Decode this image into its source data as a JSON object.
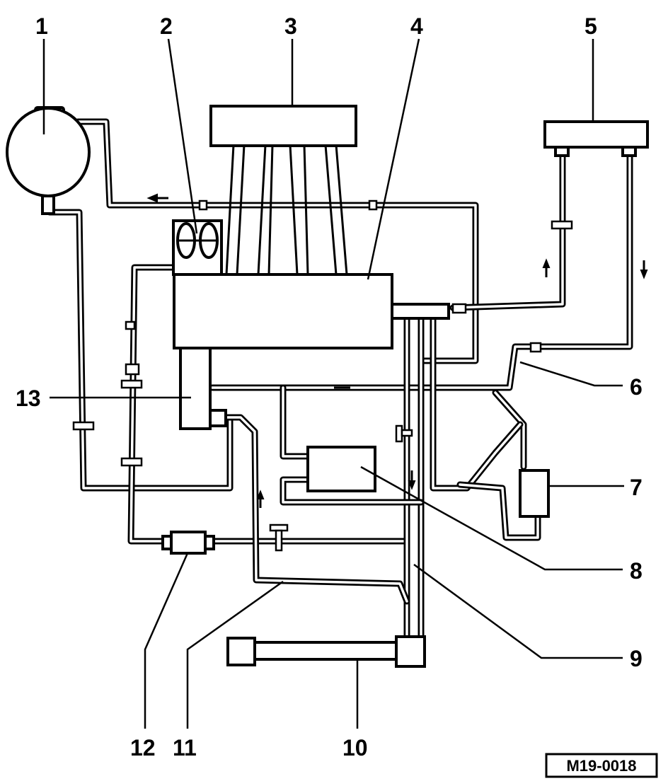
{
  "callouts": {
    "c1": "1",
    "c2": "2",
    "c3": "3",
    "c4": "4",
    "c5": "5",
    "c6": "6",
    "c7": "7",
    "c8": "8",
    "c9": "9",
    "c10": "10",
    "c11": "11",
    "c12": "12",
    "c13": "13"
  },
  "figure_ref": "M19-0018"
}
